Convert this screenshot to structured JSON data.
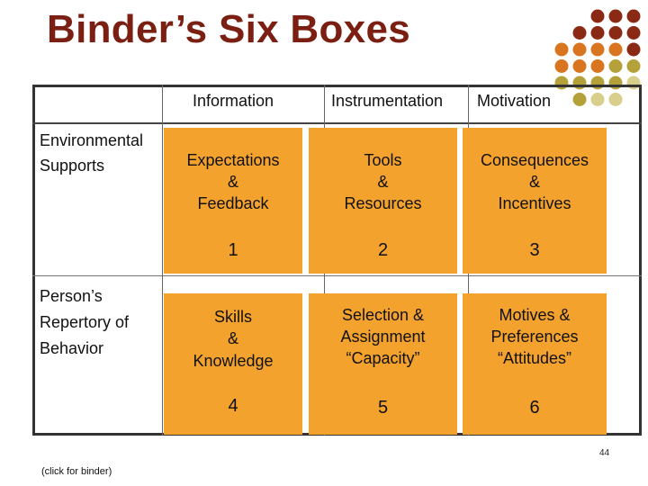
{
  "slide": {
    "title": "Binder’s Six Boxes",
    "page_number": "44",
    "click_note": "(click for binder)"
  },
  "columns": [
    {
      "label": "Information"
    },
    {
      "label": "Instrumentation"
    },
    {
      "label": "Motivation"
    }
  ],
  "rows": [
    {
      "label_line1": "Environmental",
      "label_line2": "Supports"
    },
    {
      "label_line1": "Person’s",
      "label_line2": "Repertory of",
      "label_line3": "Behavior"
    }
  ],
  "boxes": [
    {
      "number": "1",
      "line1": "Expectations",
      "line2": "&",
      "line3": "Feedback"
    },
    {
      "number": "2",
      "line1": "Tools",
      "line2": "&",
      "line3": "Resources"
    },
    {
      "number": "3",
      "line1": "Consequences",
      "line2": "&",
      "line3": "Incentives"
    },
    {
      "number": "4",
      "line1": "Skills",
      "line2": "&",
      "line3": "Knowledge"
    },
    {
      "number": "5",
      "line1": "Selection &",
      "line2": "Assignment",
      "line3": "“Capacity”"
    },
    {
      "number": "6",
      "line1": "Motives &",
      "line2": "Preferences",
      "line3": "“Attitudes”"
    }
  ],
  "colors": {
    "title": "#7a1f12",
    "box_fill": "#f3a22e",
    "dot_dark": "#8b2a14",
    "dot_orange": "#d9751e",
    "dot_olive": "#b5a13a",
    "dot_light": "#d8cf8c"
  }
}
